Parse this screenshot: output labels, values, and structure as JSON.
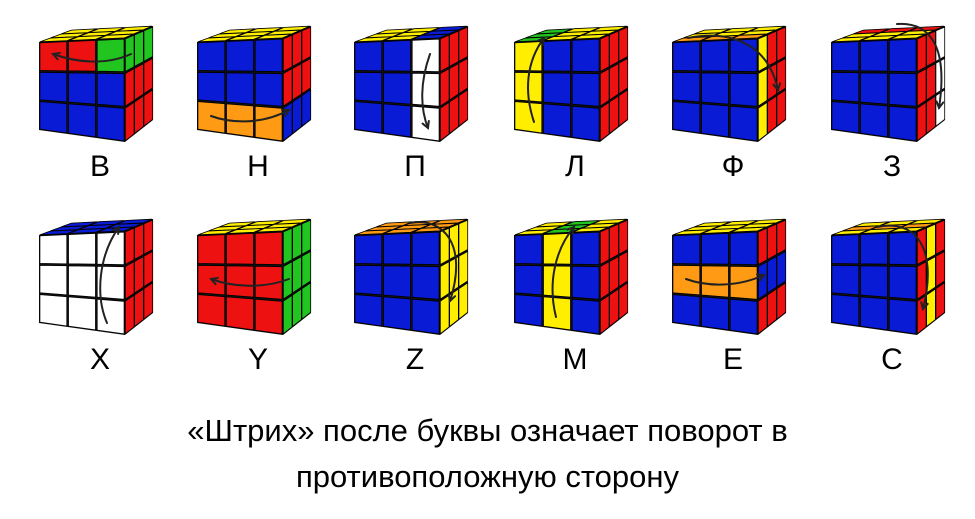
{
  "colors": {
    "Y": "#ffee00",
    "R": "#ee1111",
    "B": "#0a1bd6",
    "G": "#22c41f",
    "O": "#ff9a14",
    "W": "#ffffff",
    "stroke": "#111111",
    "arrow": "#222222"
  },
  "moves": [
    {
      "label": "В",
      "top": [
        "Y",
        "Y",
        "Y",
        "Y",
        "Y",
        "Y",
        "Y",
        "Y",
        "Y"
      ],
      "left": [
        "R",
        "R",
        "G",
        "B",
        "B",
        "B",
        "B",
        "B",
        "B"
      ],
      "right": [
        "G",
        "G",
        "G",
        "R",
        "R",
        "R",
        "R",
        "R",
        "R"
      ],
      "arrow": "top-row"
    },
    {
      "label": "Н",
      "top": [
        "Y",
        "Y",
        "Y",
        "Y",
        "Y",
        "Y",
        "Y",
        "Y",
        "Y"
      ],
      "left": [
        "B",
        "B",
        "B",
        "B",
        "B",
        "B",
        "O",
        "O",
        "O"
      ],
      "right": [
        "R",
        "R",
        "R",
        "R",
        "R",
        "R",
        "B",
        "B",
        "B"
      ],
      "arrow": "bottom-row"
    },
    {
      "label": "П",
      "top": [
        "Y",
        "Y",
        "B",
        "Y",
        "Y",
        "B",
        "Y",
        "Y",
        "B"
      ],
      "left": [
        "B",
        "B",
        "W",
        "B",
        "B",
        "W",
        "B",
        "B",
        "W"
      ],
      "right": [
        "R",
        "R",
        "R",
        "R",
        "R",
        "R",
        "R",
        "R",
        "R"
      ],
      "arrow": "right-col"
    },
    {
      "label": "Л",
      "top": [
        "G",
        "Y",
        "Y",
        "G",
        "Y",
        "Y",
        "G",
        "Y",
        "Y"
      ],
      "left": [
        "Y",
        "B",
        "B",
        "Y",
        "B",
        "B",
        "Y",
        "B",
        "B"
      ],
      "right": [
        "R",
        "R",
        "R",
        "R",
        "R",
        "R",
        "R",
        "R",
        "R"
      ],
      "arrow": "left-col"
    },
    {
      "label": "Ф",
      "top": [
        "Y",
        "Y",
        "Y",
        "Y",
        "Y",
        "Y",
        "O",
        "O",
        "O"
      ],
      "left": [
        "B",
        "B",
        "B",
        "B",
        "B",
        "B",
        "B",
        "B",
        "B"
      ],
      "right": [
        "Y",
        "R",
        "R",
        "Y",
        "R",
        "R",
        "Y",
        "R",
        "R"
      ],
      "arrow": "front"
    },
    {
      "label": "З",
      "top": [
        "R",
        "R",
        "R",
        "Y",
        "Y",
        "Y",
        "Y",
        "Y",
        "Y"
      ],
      "left": [
        "B",
        "B",
        "B",
        "B",
        "B",
        "B",
        "B",
        "B",
        "B"
      ],
      "right": [
        "R",
        "R",
        "W",
        "R",
        "R",
        "W",
        "R",
        "R",
        "W"
      ],
      "arrow": "back"
    },
    {
      "label": "X",
      "top": [
        "B",
        "B",
        "B",
        "B",
        "B",
        "B",
        "B",
        "B",
        "B"
      ],
      "left": [
        "W",
        "W",
        "W",
        "W",
        "W",
        "W",
        "W",
        "W",
        "W"
      ],
      "right": [
        "R",
        "R",
        "R",
        "R",
        "R",
        "R",
        "R",
        "R",
        "R"
      ],
      "arrow": "x"
    },
    {
      "label": "Y",
      "top": [
        "Y",
        "Y",
        "Y",
        "Y",
        "Y",
        "Y",
        "Y",
        "Y",
        "Y"
      ],
      "left": [
        "R",
        "R",
        "R",
        "R",
        "R",
        "R",
        "R",
        "R",
        "R"
      ],
      "right": [
        "G",
        "G",
        "G",
        "G",
        "G",
        "G",
        "G",
        "G",
        "G"
      ],
      "arrow": "y"
    },
    {
      "label": "Z",
      "top": [
        "O",
        "O",
        "O",
        "O",
        "O",
        "O",
        "O",
        "O",
        "O"
      ],
      "left": [
        "B",
        "B",
        "B",
        "B",
        "B",
        "B",
        "B",
        "B",
        "B"
      ],
      "right": [
        "Y",
        "Y",
        "Y",
        "Y",
        "Y",
        "Y",
        "Y",
        "Y",
        "Y"
      ],
      "arrow": "z"
    },
    {
      "label": "M",
      "top": [
        "Y",
        "G",
        "Y",
        "Y",
        "G",
        "Y",
        "Y",
        "G",
        "Y"
      ],
      "left": [
        "B",
        "Y",
        "B",
        "B",
        "Y",
        "B",
        "B",
        "Y",
        "B"
      ],
      "right": [
        "R",
        "R",
        "R",
        "R",
        "R",
        "R",
        "R",
        "R",
        "R"
      ],
      "arrow": "m"
    },
    {
      "label": "E",
      "top": [
        "Y",
        "Y",
        "Y",
        "Y",
        "Y",
        "Y",
        "Y",
        "Y",
        "Y"
      ],
      "left": [
        "B",
        "B",
        "B",
        "O",
        "O",
        "O",
        "B",
        "B",
        "B"
      ],
      "right": [
        "R",
        "R",
        "R",
        "B",
        "B",
        "B",
        "R",
        "R",
        "R"
      ],
      "arrow": "e"
    },
    {
      "label": "С",
      "top": [
        "Y",
        "Y",
        "Y",
        "O",
        "O",
        "O",
        "Y",
        "Y",
        "Y"
      ],
      "left": [
        "B",
        "B",
        "B",
        "B",
        "B",
        "B",
        "B",
        "B",
        "B"
      ],
      "right": [
        "R",
        "Y",
        "R",
        "R",
        "Y",
        "R",
        "R",
        "Y",
        "R"
      ],
      "arrow": "s"
    }
  ],
  "footnote": {
    "line1": "«Штрих» после буквы означает поворот в",
    "line2": "противоположную сторону"
  }
}
